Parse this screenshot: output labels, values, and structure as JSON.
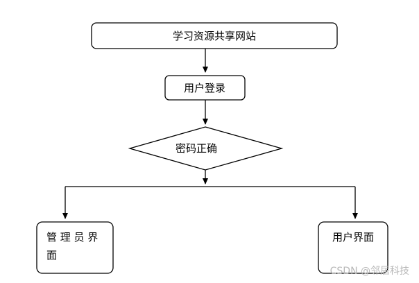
{
  "diagram": {
    "nodes": {
      "site": "学习资源共享网站",
      "login": "用户登录",
      "check": "密码正确",
      "admin_line1": "管 理 员 界",
      "admin_line2": "面",
      "user": "用户界面"
    },
    "edges": [
      {
        "from": "site",
        "to": "login"
      },
      {
        "from": "login",
        "to": "check"
      },
      {
        "from": "check",
        "to": "admin"
      },
      {
        "from": "check",
        "to": "user"
      }
    ]
  },
  "watermark": "CSDN @邻居科技",
  "colors": {
    "stroke": "#000000",
    "fill": "#ffffff",
    "watermark": "#b8b8b8"
  }
}
